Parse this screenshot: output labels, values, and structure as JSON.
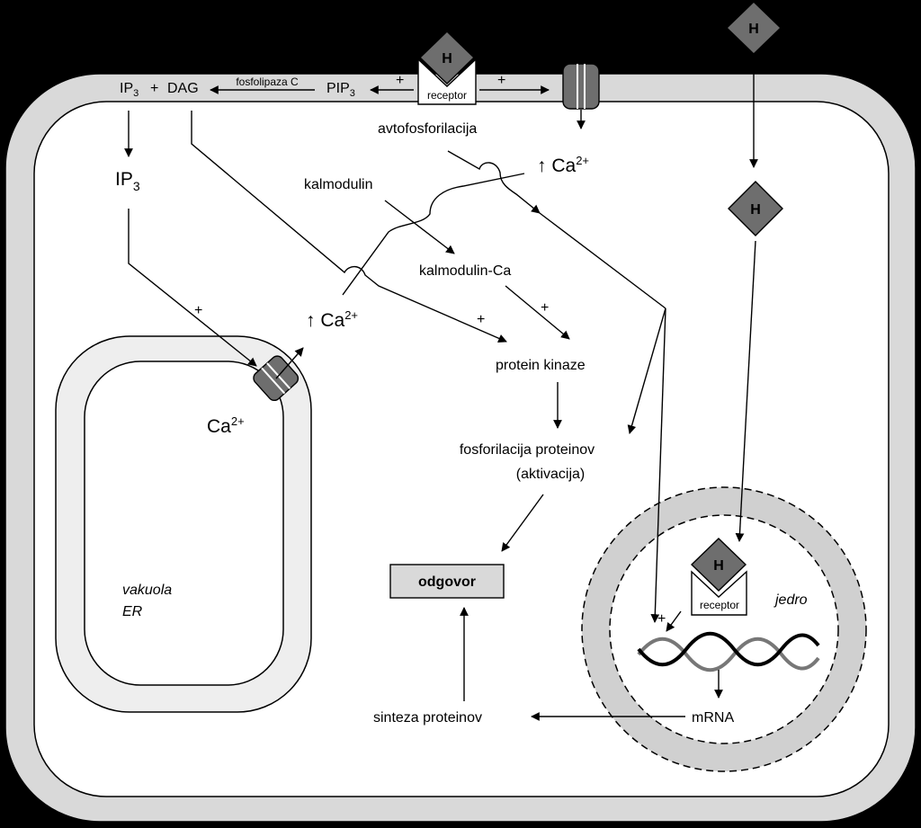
{
  "colors": {
    "background": "#000000",
    "cell_wall": "#d9d9d9",
    "cytoplasm": "#ffffff",
    "er_fill": "#eeeeee",
    "nucleus_ring": "#d0d0d0",
    "hormone": "#6e6e6e",
    "response_box": "#d9d9d9",
    "dna_dark": "#000000",
    "dna_light": "#777777"
  },
  "hormone_label": "H",
  "receptor_label": "receptor",
  "membrane": {
    "ip3": "IP",
    "ip3_sub": "3",
    "plus": "+",
    "dag": "DAG",
    "enzyme": "fosfolipaza C",
    "pip3": "PIP",
    "pip3_sub": "3",
    "plus_left": "+",
    "plus_right": "+"
  },
  "cytoplasm": {
    "ip3": "IP",
    "ip3_sub": "3",
    "autophosphorylation": "avtofosforilacija",
    "calcium_top": "↑ Ca",
    "calcium_top_sup": "2+",
    "calmodulin": "kalmodulin",
    "calmodulin_ca": "kalmodulin-Ca",
    "calcium_mid": "↑ Ca",
    "calcium_mid_sup": "2+",
    "plus_ip3": "+",
    "plus_kinase": "+",
    "plus_calmodulin": "+",
    "protein_kinase": "protein kinaze",
    "phosphorylation_line1": "fosforilacija proteinov",
    "phosphorylation_line2": "(aktivacija)",
    "response": "odgovor",
    "protein_synthesis": "sinteza proteinov"
  },
  "er": {
    "calcium": "Ca",
    "calcium_sup": "2+",
    "label_line1": "vakuola",
    "label_line2": "ER"
  },
  "nucleus": {
    "label": "jedro",
    "plus": "+",
    "mrna": "mRNA"
  }
}
